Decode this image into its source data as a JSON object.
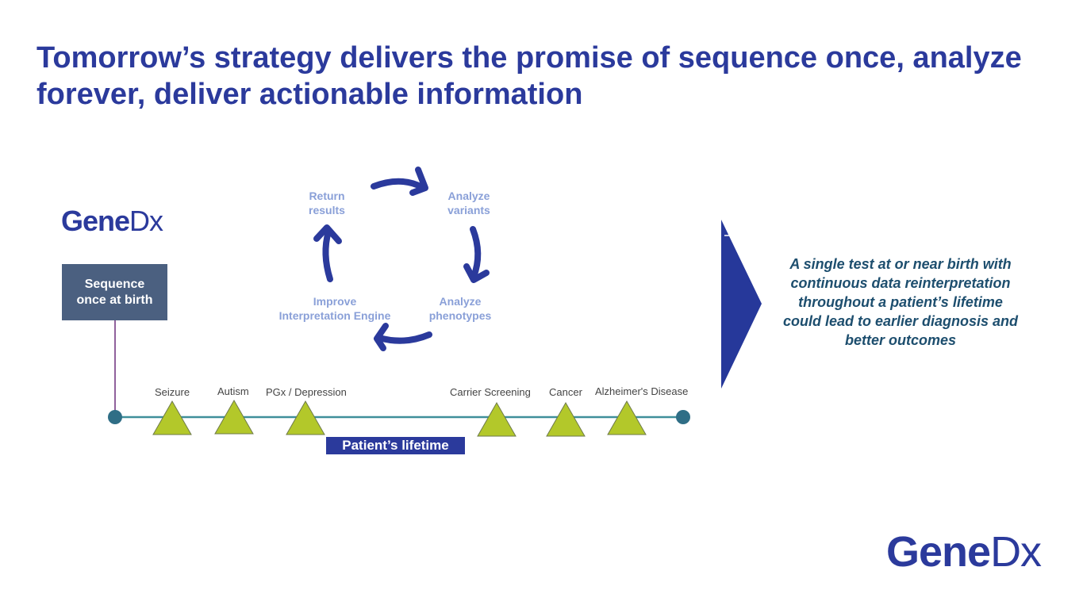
{
  "slide": {
    "title": "Tomorrow’s strategy delivers the promise of sequence once, analyze forever, deliver actionable information",
    "brand": {
      "name_main": "Gene",
      "name_suffix": "Dx",
      "color": "#2b3a9c"
    },
    "sequence_box": {
      "line1": "Sequence",
      "line2": "once at birth"
    },
    "cycle": {
      "steps": [
        {
          "line1": "Return",
          "line2": "results"
        },
        {
          "line1": "Analyze",
          "line2": "variants"
        },
        {
          "line1": "Analyze",
          "line2": "phenotypes"
        },
        {
          "line1": "Improve",
          "line2": "Interpretation Engine"
        }
      ]
    },
    "timeline": {
      "label": "Patient’s lifetime",
      "events": [
        "Seizure",
        "Autism",
        "PGx / Depression",
        "Carrier Screening",
        "Cancer",
        "Alzheimer's Disease"
      ]
    },
    "callout": "A single test at or near birth with continuous data reinterpretation throughout a patient’s lifetime could lead to earlier diagnosis and better outcomes",
    "colors": {
      "title": "#2b3a9c",
      "arrow": "#2b3a9c",
      "cycle_text": "#8aa0d8",
      "box": "#4b6080",
      "timeline_line": "#3f8f9a",
      "timeline_dot": "#2f6e86",
      "triangle_fill": "#b3c82a",
      "callout_text": "#1d4e6e"
    }
  }
}
